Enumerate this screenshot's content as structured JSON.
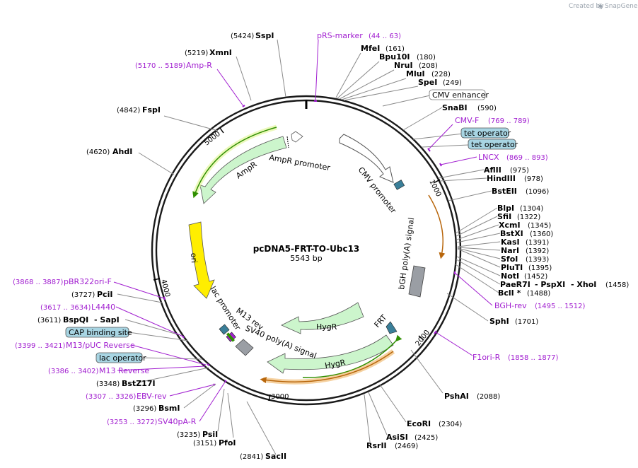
{
  "brand": {
    "created_by": "Created by",
    "name": "SnapGene"
  },
  "plasmid": {
    "name": "pcDNA5-FRT-TO-Ubc13",
    "size": "5543 bp"
  },
  "ticks": [
    "1000",
    "2000",
    "3000",
    "4000",
    "5000"
  ],
  "features": {
    "cmv_promoter": "CMV promoter",
    "bgh_polya": "bGH poly(A) signal",
    "frt": "FRT",
    "hygr_inner": "HygR",
    "hygr_outer": "HygR",
    "sv40_polya": "SV40 poly(A) signal",
    "m13_rev": "M13 rev",
    "lac_promoter": "lac promoter",
    "ori": "ori",
    "ampr": "AmpR",
    "ampr_promoter": "AmpR promoter"
  },
  "boxed": {
    "cmv_enhancer": "CMV enhancer",
    "tet_operator_1": "tet operator",
    "tet_operator_2": "tet operator",
    "cap_binding_site": "CAP binding site",
    "lac_operator": "lac operator"
  },
  "sites": {
    "sspi": {
      "pos": "(5424)",
      "name": "SspI"
    },
    "xmni": {
      "pos": "(5219)",
      "name": "XmnI"
    },
    "fspi": {
      "pos": "(4842)",
      "name": "FspI"
    },
    "ahdi": {
      "pos": "(4620)",
      "name": "AhdI"
    },
    "mfei": {
      "name": "MfeI",
      "pos": "(161)"
    },
    "bpu10i": {
      "name": "Bpu10I",
      "pos": "(180)"
    },
    "nrui": {
      "name": "NruI",
      "pos": "(208)"
    },
    "mlui": {
      "name": "MluI",
      "pos": "(228)"
    },
    "spei": {
      "name": "SpeI",
      "pos": "(249)"
    },
    "snabi": {
      "name": "SnaBI",
      "pos": "(590)"
    },
    "aflii": {
      "name": "AflII",
      "pos": "(975)"
    },
    "hindiii": {
      "name": "HindIII",
      "pos": "(978)"
    },
    "bsteii": {
      "name": "BstEII",
      "pos": "(1096)"
    },
    "blpi": {
      "name": "BlpI",
      "pos": "(1304)"
    },
    "sfii": {
      "name": "SfiI",
      "pos": "(1322)"
    },
    "xcmi": {
      "name": "XcmI",
      "pos": "(1345)"
    },
    "bstxi": {
      "name": "BstXI",
      "pos": "(1360)"
    },
    "kasi": {
      "name": "KasI",
      "pos": "(1391)"
    },
    "nari": {
      "name": "NarI",
      "pos": "(1392)"
    },
    "sfoi": {
      "name": "SfoI",
      "pos": "(1393)"
    },
    "pluti": {
      "name": "PluTI",
      "pos": "(1395)"
    },
    "noti": {
      "name": "NotI",
      "pos": "(1452)"
    },
    "paer7i": {
      "name": "PaeR7I",
      "dash1": "- PspXI",
      "dash2": "- XhoI",
      "pos": "(1458)"
    },
    "bcli": {
      "name": "BclI *",
      "pos": "(1488)"
    },
    "sphi": {
      "name": "SphI",
      "pos": "(1701)"
    },
    "pshai": {
      "name": "PshAI",
      "pos": "(2088)"
    },
    "ecori": {
      "name": "EcoRI",
      "pos": "(2304)"
    },
    "asisi": {
      "name": "AsiSI",
      "pos": "(2425)"
    },
    "rsrii": {
      "name": "RsrII",
      "pos": "(2469)"
    },
    "sacii": {
      "pos": "(2841)",
      "name": "SacII"
    },
    "pfoi": {
      "pos": "(3151)",
      "name": "PfoI"
    },
    "psii": {
      "pos": "(3235)",
      "name": "PsiI"
    },
    "bsmi": {
      "pos": "(3296)",
      "name": "BsmI"
    },
    "bstz17i": {
      "pos": "(3348)",
      "name": "BstZ17I"
    },
    "bspqi": {
      "pos": "(3611)",
      "name": "BspQI",
      "dash": "- SapI"
    },
    "pcii": {
      "pos": "(3727)",
      "name": "PciI"
    }
  },
  "primers": {
    "prs_marker": {
      "name": "pRS-marker",
      "pos": "(44 .. 63)"
    },
    "amp_r": {
      "pos": "(5170 .. 5189)",
      "name": "Amp-R"
    },
    "cmv_f": {
      "name": "CMV-F",
      "pos": "(769 .. 789)"
    },
    "lncx": {
      "name": "LNCX",
      "pos": "(869 .. 893)"
    },
    "bgh_rev": {
      "name": "BGH-rev",
      "pos": "(1495 .. 1512)"
    },
    "f1ori_r": {
      "name": "F1ori-R",
      "pos": "(1858 .. 1877)"
    },
    "pbr322ori_f": {
      "pos": "(3868 .. 3887)",
      "name": "pBR322ori-F"
    },
    "l4440": {
      "pos": "(3617 .. 3634)",
      "name": "L4440"
    },
    "m13_puc_reverse": {
      "pos": "(3399 .. 3421)",
      "name": "M13/pUC Reverse"
    },
    "m13_reverse": {
      "pos": "(3386 .. 3402)",
      "name": "M13 Reverse"
    },
    "ebv_rev": {
      "pos": "(3307 .. 3326)",
      "name": "EBV-rev"
    },
    "sv40pa_r": {
      "pos": "(3253 .. 3272)",
      "name": "SV40pA-R"
    }
  },
  "colors": {
    "backbone": "#1a1a1a",
    "primer": "#a11ed0",
    "hygr_fill": "#ccf5cc",
    "ori_fill": "#ffee00",
    "polya_fill": "#9a9ea4",
    "operator_fill": "#a8d5e3",
    "frt_fill": "#3a7f99",
    "orf_green": "#2f8f00",
    "orf_orange": "#e89a2c"
  }
}
